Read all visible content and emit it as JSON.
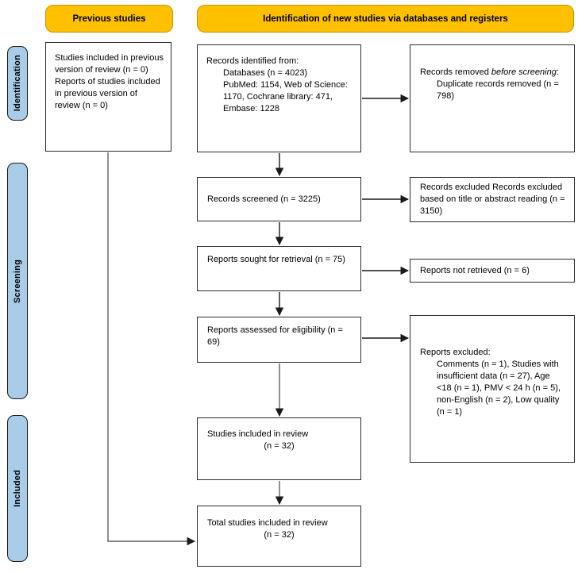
{
  "colors": {
    "header_bg": "#FFC000",
    "header_border": "#C99400",
    "sidebar_bg": "#A9CCE9",
    "sidebar_border": "#1a1a1a",
    "box_border": "#2b2b2b",
    "arrow": "#1a1a1a",
    "arrow_gray": "#606060"
  },
  "headers": {
    "previous_studies": "Previous studies",
    "new_studies": "Identification of new studies via databases and registers"
  },
  "sidebar": {
    "identification": "Identification",
    "screening": "Screening",
    "included": "Included"
  },
  "previous_column": {
    "box": {
      "para1": "Studies included in previous version of review (n = 0)",
      "para2": "Reports of studies included in previous version of review (n = 0)"
    }
  },
  "main_column": {
    "records_identified": {
      "title": "Records identified from:",
      "databases": "Databases (n = 4023)",
      "breakdown": "PubMed: 1154, Web of Science: 1170, Cochrane library: 471, Embase: 1228"
    },
    "records_screened": "Records screened (n = 3225)",
    "reports_sought": "Reports sought for retrieval (n = 75)",
    "reports_assessed": "Reports assessed for eligibility (n = 69)",
    "studies_included": {
      "label": "Studies included in review",
      "count": "(n = 32)"
    },
    "total_studies": {
      "label": "Total studies included in review",
      "count": "(n = 32)"
    }
  },
  "right_column": {
    "records_removed": {
      "prefix": "Records removed ",
      "italic": "before screening",
      "suffix": ":",
      "detail": "Duplicate records removed (n = 798)"
    },
    "records_excluded": "Records excluded Records excluded based on title or abstract reading (n = 3150)",
    "reports_not_retrieved": "Reports not retrieved (n = 6)",
    "reports_excluded": {
      "title": "Reports excluded:",
      "detail": "Comments (n = 1), Studies with insufficient data (n = 27), Age <18 (n = 1), PMV < 24 h (n = 5), non-English (n = 2), Low quality (n = 1)"
    }
  }
}
